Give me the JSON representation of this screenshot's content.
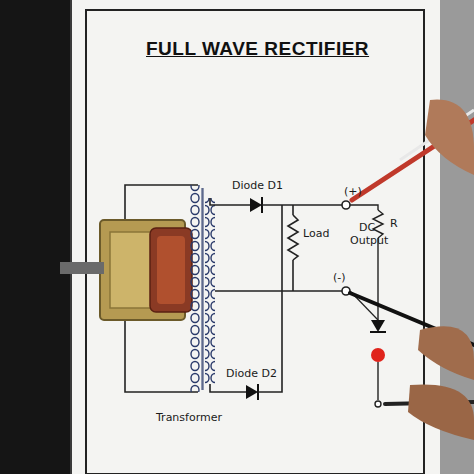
{
  "diagram": {
    "title": "FULL WAVE RECTIFIER",
    "labels": [
      "Diode D1",
      "Diode D2",
      "Load",
      "DC Output",
      "(+)",
      "(-)",
      "R",
      "Transformer"
    ]
  }
}
